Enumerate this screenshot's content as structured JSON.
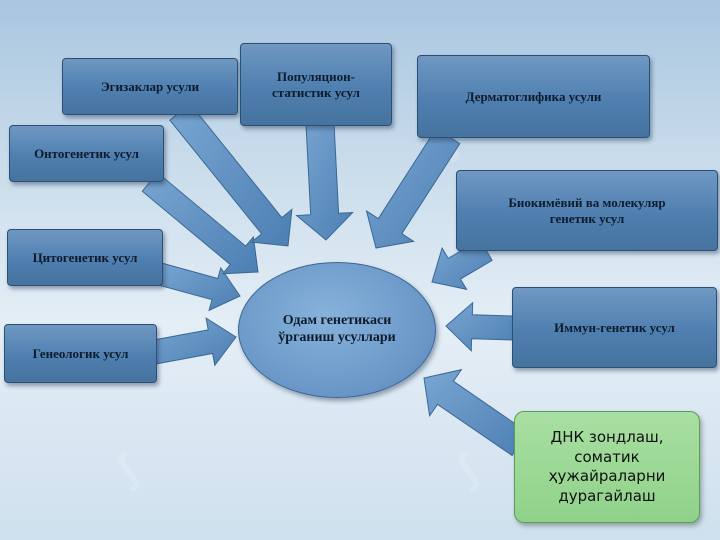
{
  "center": {
    "lines": [
      "Одам генетикаси",
      "ўрганиш усуллари"
    ]
  },
  "methods": [
    {
      "id": "genealogy",
      "lines": [
        "Генеологик усул"
      ]
    },
    {
      "id": "cytogenetic",
      "lines": [
        "Цитогенетик усул"
      ]
    },
    {
      "id": "ontogenetic",
      "lines": [
        "Онтогенетик усул"
      ]
    },
    {
      "id": "twins",
      "lines": [
        "Эгизаклар усули"
      ]
    },
    {
      "id": "population",
      "lines": [
        "Популяцион-",
        "статистик усул"
      ]
    },
    {
      "id": "dermatoglyphics",
      "lines": [
        "Дерматоглифика усули"
      ]
    },
    {
      "id": "biochemical",
      "lines": [
        "Биокимёвий ва молекуляр",
        "генетик усул"
      ]
    },
    {
      "id": "immunogenetic",
      "lines": [
        "Иммун-генетик усул"
      ]
    }
  ],
  "dna_box": {
    "lines": [
      "ДНК зондлаш,",
      "соматик",
      "ҳужайраларни",
      "дурагайлаш"
    ]
  },
  "colors": {
    "box": "#4f7fb0",
    "ellipse": "#6f9ccb",
    "green": "#8fd28a",
    "arrow": "#5c8dbf"
  }
}
